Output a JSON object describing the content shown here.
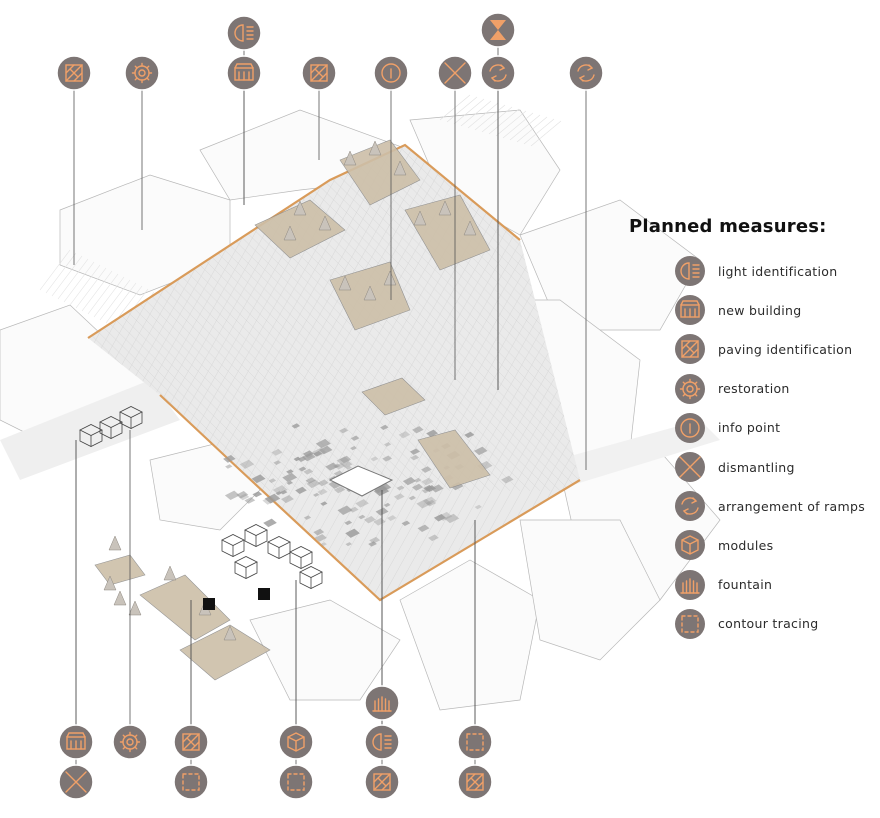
{
  "legend": {
    "title": "Planned measures:",
    "items": [
      {
        "key": "light",
        "label": "light identification"
      },
      {
        "key": "building",
        "label": "new building"
      },
      {
        "key": "paving",
        "label": "paving identification"
      },
      {
        "key": "restoration",
        "label": "restoration"
      },
      {
        "key": "info",
        "label": "info point"
      },
      {
        "key": "dismantle",
        "label": "dismantling"
      },
      {
        "key": "ramps",
        "label": "arrangement of ramps"
      },
      {
        "key": "modules",
        "label": "modules"
      },
      {
        "key": "fountain",
        "label": "fountain"
      },
      {
        "key": "contour",
        "label": "contour tracing"
      }
    ]
  },
  "markers": {
    "top": [
      "paving",
      "restoration",
      "light",
      "building",
      "paving",
      "info",
      "dismantle",
      "hourglass",
      "ramps",
      "ramps"
    ],
    "bottom": [
      "building",
      "dismantle",
      "restoration",
      "paving",
      "contour",
      "modules",
      "contour",
      "fountain",
      "light",
      "paving",
      "contour",
      "paving"
    ]
  },
  "colors": {
    "marker_fill": "#7d7574",
    "marker_stroke": "#ffffff",
    "icon": "#f0a068",
    "square_edge": "#d99b5a",
    "plaza": "#eaeaea",
    "plaza_grid": "#d6d6d6",
    "building_line": "#9a9a9a",
    "green_patch": "#cdbfa8",
    "dark_tile": "#9a9a9a"
  }
}
